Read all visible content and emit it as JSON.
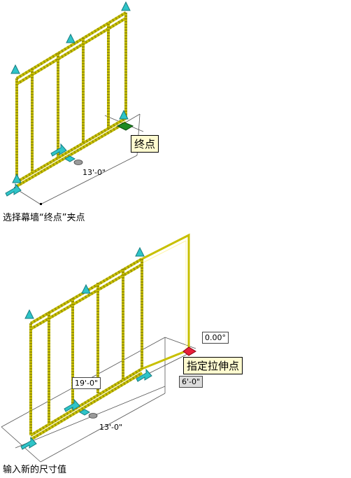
{
  "colors": {
    "frame": "#c8c000",
    "frame_hatch": "#9a9400",
    "grip": "#2ec4c8",
    "grip_dark": "#177c80",
    "active_grip": "#1e8a22",
    "stretch_grip": "#e8203a",
    "tooltip_bg": "#fffbd0",
    "dim_line": "#555555"
  },
  "icons": [
    "grip-arrow-icon",
    "stretch-grip-icon",
    "endpoint-grip-icon"
  ],
  "top_figure": {
    "tooltip": "终点",
    "dimension": "13'-0\"",
    "caption": "选择幕墙“终点”夹点"
  },
  "bottom_figure": {
    "angle_value": "0.00°",
    "tooltip": "指定拉伸点",
    "dim_left": "19'-0\"",
    "dim_right": "6'-0\"",
    "dimension": "13'-0\"",
    "caption": "输入新的尺寸值"
  }
}
